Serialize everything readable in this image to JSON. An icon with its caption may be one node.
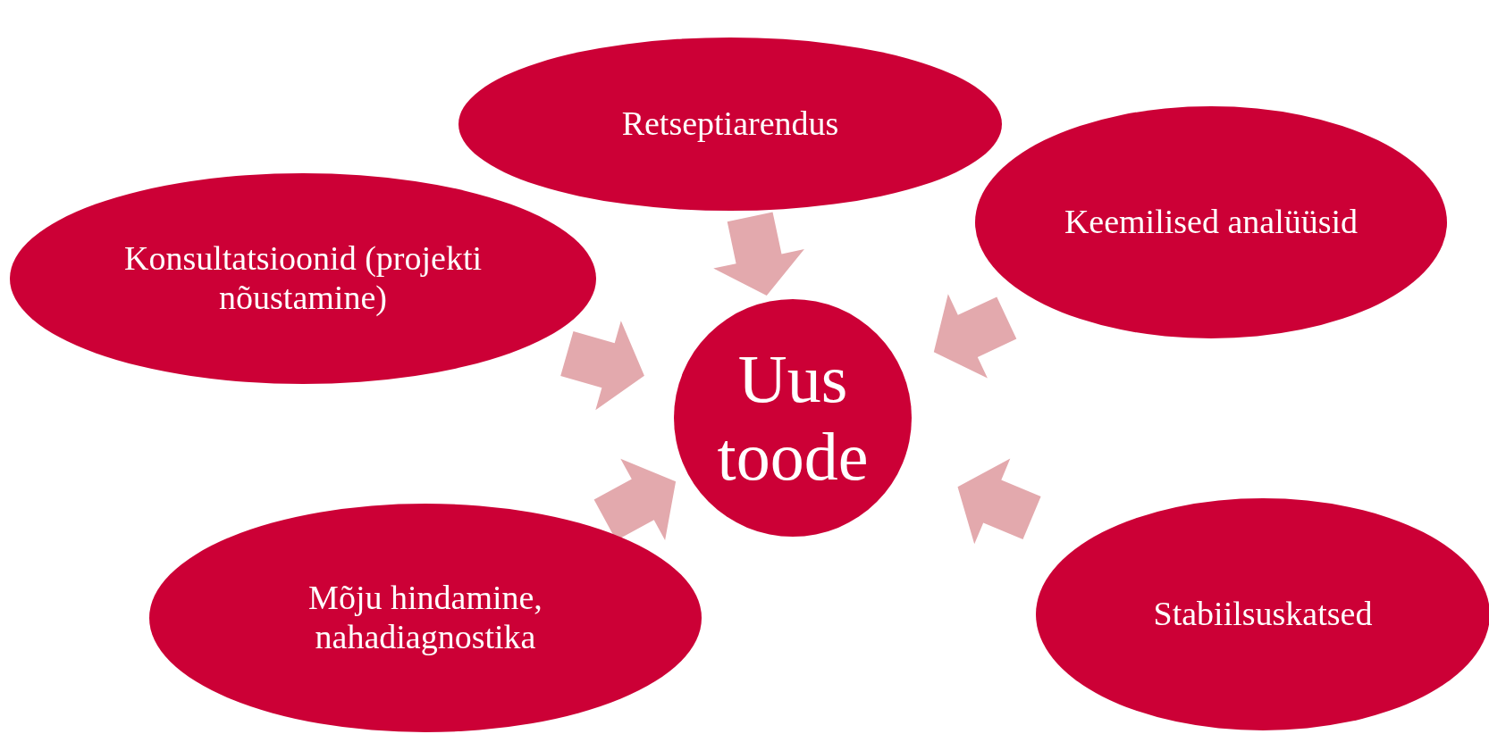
{
  "diagram": {
    "nodes": [
      {
        "text": [
          "Retseptiarendus"
        ]
      },
      {
        "text": [
          "Keemilised analüüsid"
        ]
      },
      {
        "text": [
          "Konsultatsioonid (projekti nõustamine)"
        ]
      },
      {
        "text": [
          "Uus toode"
        ]
      },
      {
        "text": [
          "Mõju hindamine, nahadiagnostika"
        ]
      },
      {
        "text": [
          "Stabiilsuskatsed"
        ]
      }
    ],
    "edges": [
      {
        "from": 0,
        "to": 3,
        "arrow": "to"
      },
      {
        "from": 1,
        "to": 3,
        "arrow": "to"
      },
      {
        "from": 2,
        "to": 3,
        "arrow": "to"
      },
      {
        "from": 4,
        "to": 3,
        "arrow": "to"
      },
      {
        "from": 5,
        "to": 3,
        "arrow": "to"
      }
    ]
  }
}
